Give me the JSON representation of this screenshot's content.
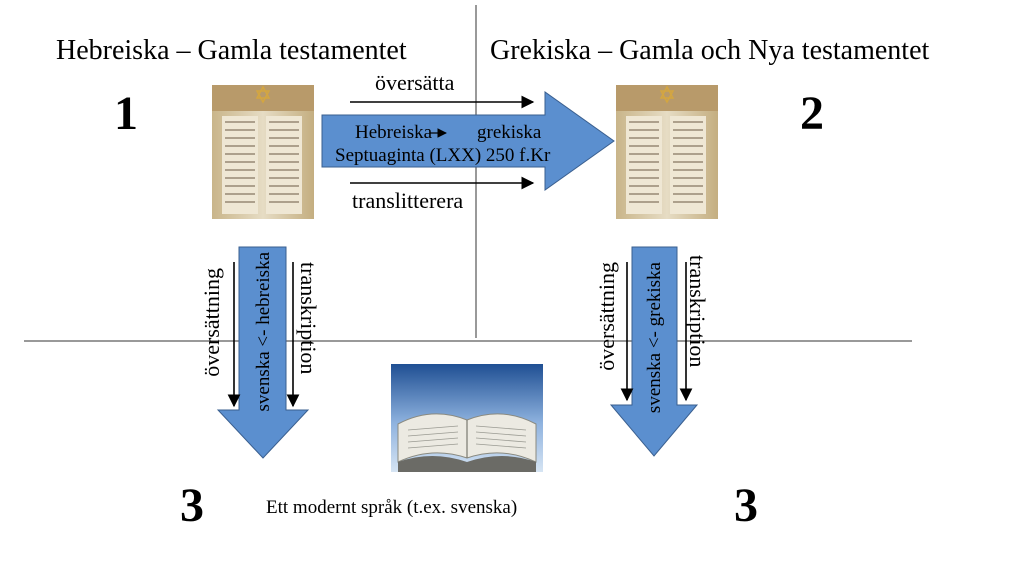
{
  "titles": {
    "left": "Hebreiska – Gamla testamentet",
    "right": "Grekiska – Gamla och Nya testamentet"
  },
  "numbers": {
    "n1": "1",
    "n2": "2",
    "n3_left": "3",
    "n3_right": "3"
  },
  "top_labels": {
    "translate": "översätta",
    "transliterate": "translitterera",
    "arrow_line1_from": "Hebreiska",
    "arrow_line1_to": "grekiska",
    "arrow_line2": "Septuaginta (LXX) 250 f.Kr"
  },
  "left_column": {
    "translation": "översättning",
    "arrow_text": "svenska <- hebreiska",
    "transcription": "transkription"
  },
  "right_column": {
    "translation": "översättning",
    "arrow_text": "svenska <- grekiska",
    "transcription": "transkription"
  },
  "bottom": {
    "modern_language": "Ett modernt språk (t.ex. svenska)"
  },
  "colors": {
    "arrow_fill": "#5b8fcf",
    "arrow_stroke": "#3a5f8f",
    "scroll_parchment": "#d9c9a6",
    "bible_sky": "#2e5f9e"
  }
}
